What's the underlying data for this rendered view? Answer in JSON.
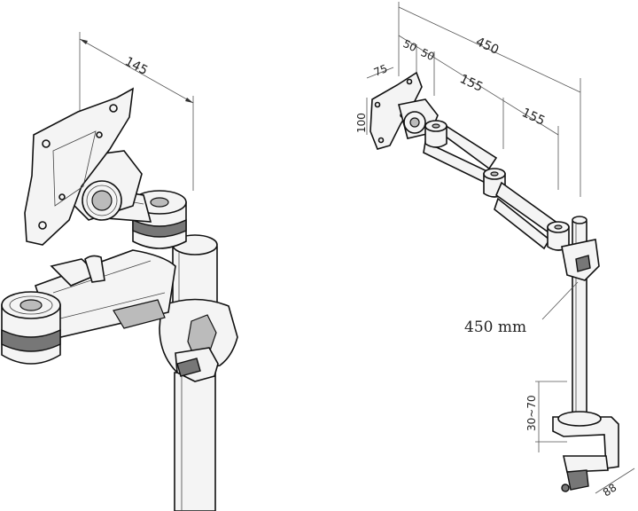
{
  "left_view": {
    "dimensions": {
      "width": "145"
    }
  },
  "right_view": {
    "dimensions": {
      "total_length": "450",
      "offset_a": "50",
      "offset_b": "50",
      "segment_1": "155",
      "segment_2": "155",
      "vesa_width": "75",
      "vesa_height": "100",
      "pole_height": "450 mm",
      "clamp_range": "30~70",
      "clamp_depth": "88"
    }
  }
}
